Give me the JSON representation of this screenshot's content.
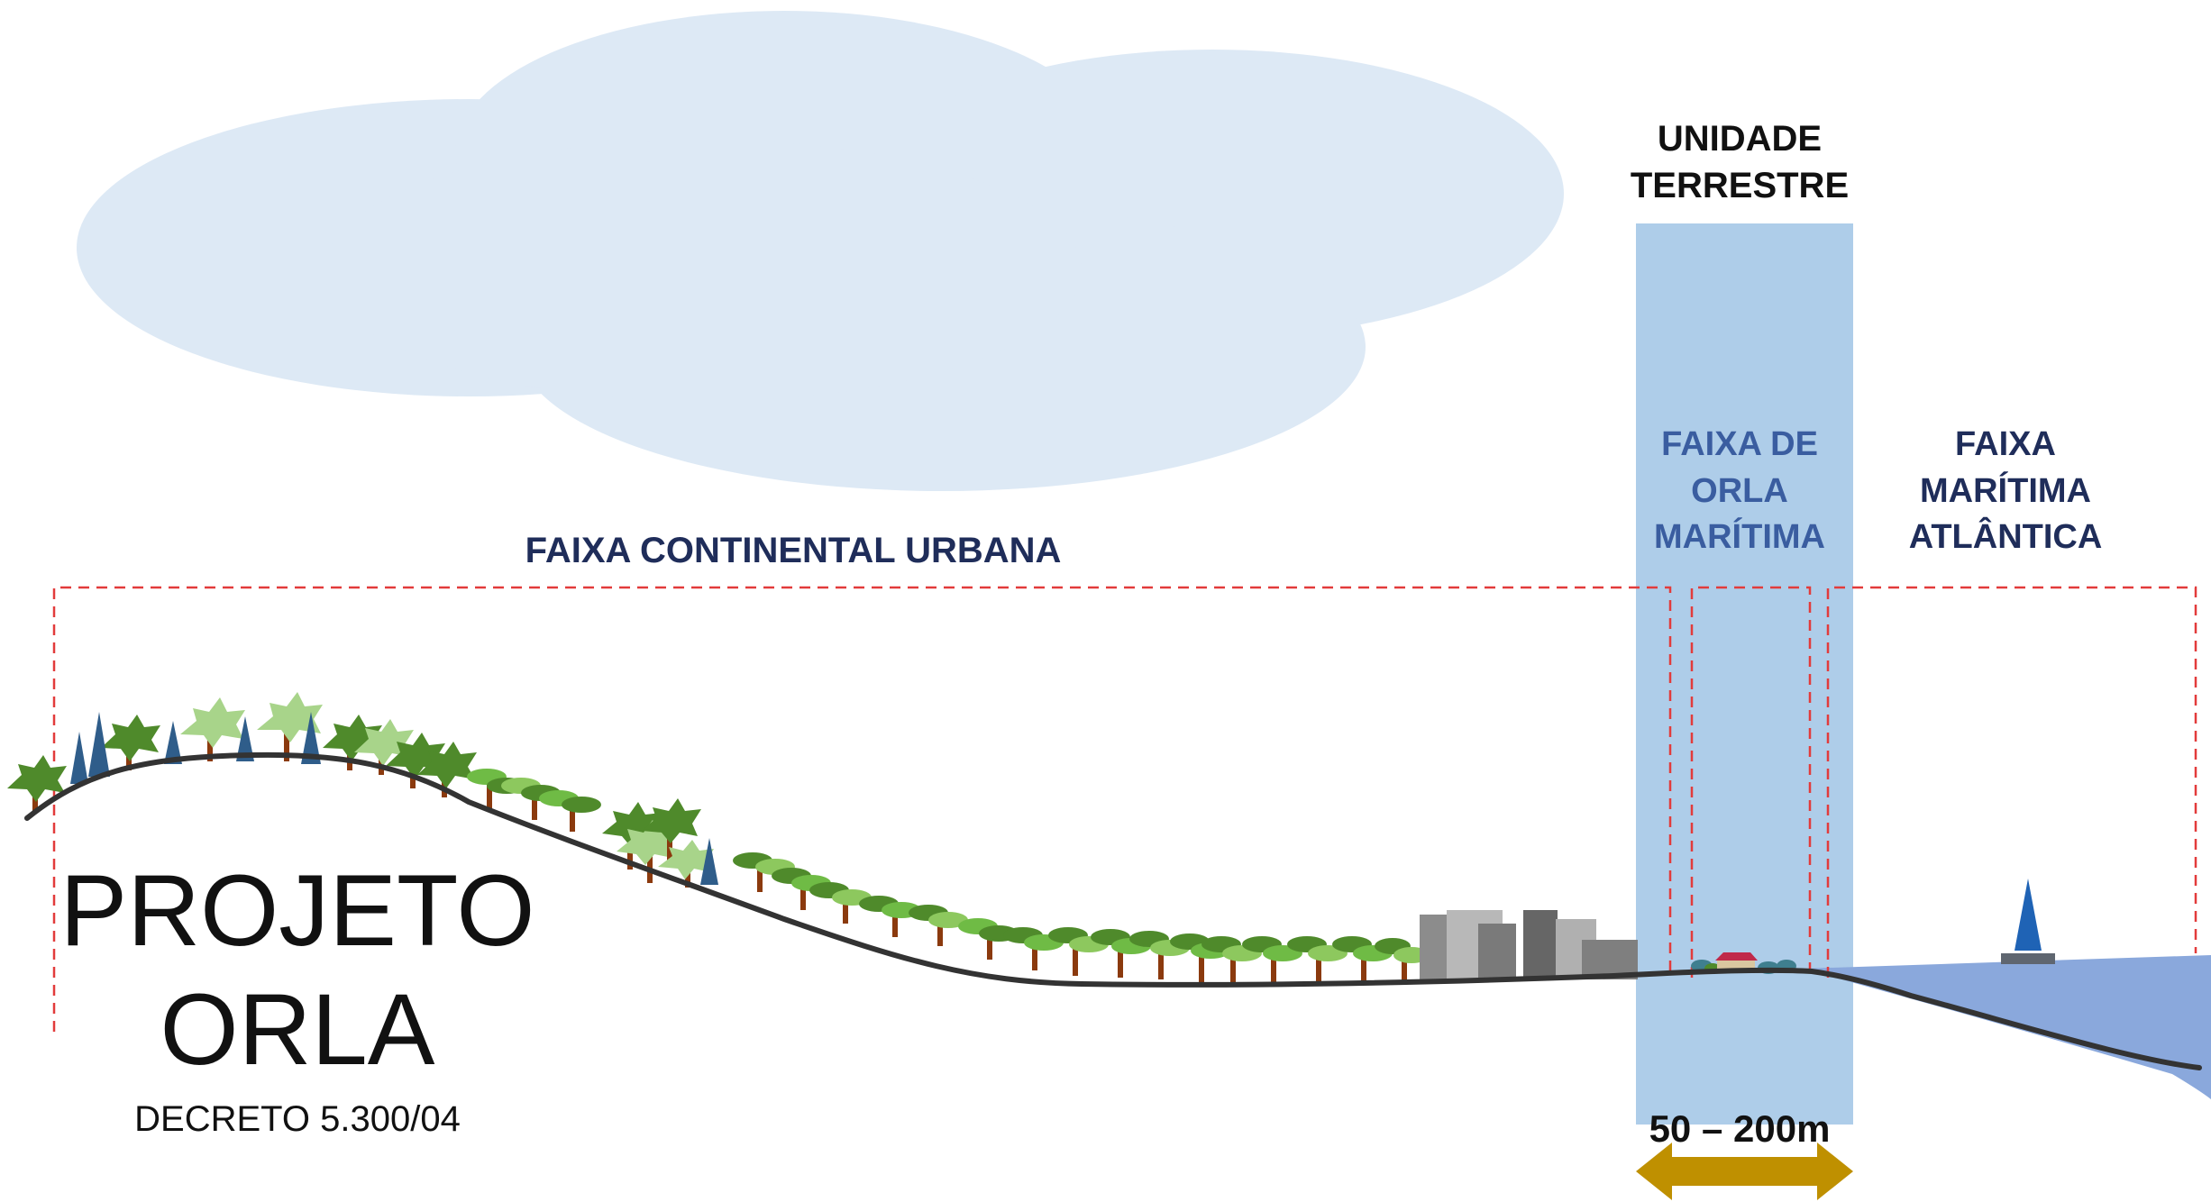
{
  "unit_title": [
    "UNIDADE",
    "TERRESTRE"
  ],
  "zones": {
    "continental": "FAIXA CONTINENTAL URBANA",
    "orla": [
      "FAIXA DE",
      "ORLA",
      "MARÍTIMA"
    ],
    "maritima": [
      "FAIXA",
      "MARÍTIMA",
      "ATLÂNTICA"
    ]
  },
  "project": {
    "title_line1": "PROJETO",
    "title_line2": "ORLA",
    "decree": "DECRETO 5.300/04"
  },
  "width_range": "50 – 200m",
  "colors": {
    "cloud": "#dde9f5",
    "terrestrial_band": "#aecde9",
    "dashed_border": "#e23b3b",
    "sea": "#8aa8dc",
    "ground_line": "#333333",
    "arrow": "#bf9000",
    "dark_text": "#1f2d5a",
    "orla_text": "#3a5da0"
  }
}
